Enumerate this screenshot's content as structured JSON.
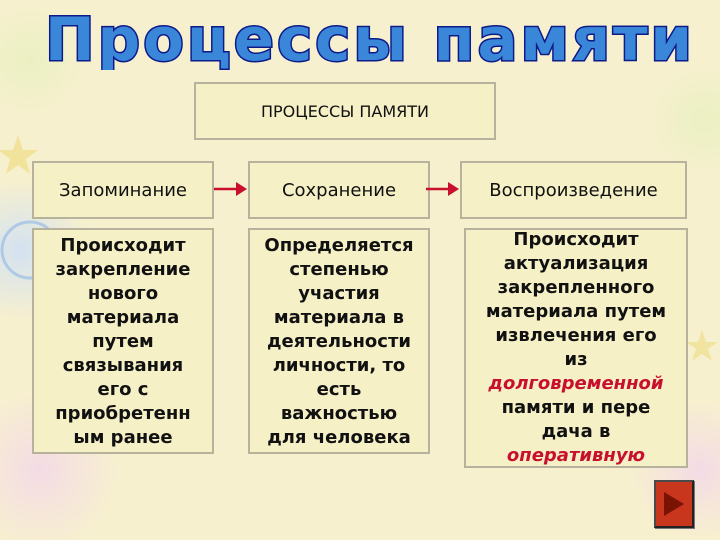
{
  "title": "Процессы памяти",
  "header_box": "ПРОЦЕССЫ ПАМЯТИ",
  "stages": [
    {
      "name": "Запоминание",
      "lines": [
        "Происходит",
        "закрепление",
        "нового",
        "материала",
        "путем",
        "связывания",
        "его с",
        "приобретенн",
        "ым ранее"
      ]
    },
    {
      "name": "Сохранение",
      "lines": [
        "Определяется",
        "степенью",
        "участия",
        "материала в",
        "деятельности",
        "личности, то",
        "есть",
        "важностью",
        "для человека"
      ]
    },
    {
      "name": "Воспроизведение",
      "lines": [
        "Происходит",
        "актуализация",
        "закрепленного",
        "материала путем",
        "извлечения его",
        "из"
      ],
      "highlight_1": "долговременной",
      "lines_2": [
        "памяти и пере",
        "дача в"
      ],
      "highlight_2": "оперативную"
    }
  ],
  "colors": {
    "title_fill": "#3a86d8",
    "title_outline": "#0d1a8a",
    "arrow": "#c8102e",
    "highlight": "#c8102e",
    "next_button": "#c8361e"
  },
  "icons": {
    "next": "play-triangle-icon"
  }
}
